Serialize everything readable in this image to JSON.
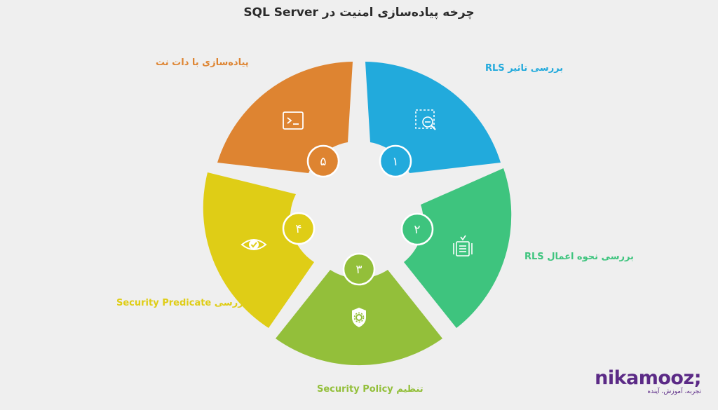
{
  "title": "چرخه پیاده‌سازی امنیت در SQL Server",
  "steps": [
    {
      "number": "۱",
      "label": "بررسی تاثیر RLS",
      "color": "#22aadc",
      "icon": "search-minus-icon"
    },
    {
      "number": "۲",
      "label": "بررسی نحوه اعمال RLS",
      "color": "#3ec47e",
      "icon": "checklist-icon"
    },
    {
      "number": "۳",
      "label": "تنظیم Security Policy",
      "color": "#93bf3a",
      "icon": "shield-gear-icon"
    },
    {
      "number": "۴",
      "label": "بررسی Security Predicate",
      "color": "#dfcd16",
      "icon": "eye-check-icon"
    },
    {
      "number": "۵",
      "label": "پیاده‌سازی با دات نت",
      "color": "#de8431",
      "icon": "terminal-icon"
    }
  ],
  "logo": {
    "word": "nikamooz;",
    "tagline": "تجربه، آموزش، آینده",
    "color": "#5b2a86"
  }
}
